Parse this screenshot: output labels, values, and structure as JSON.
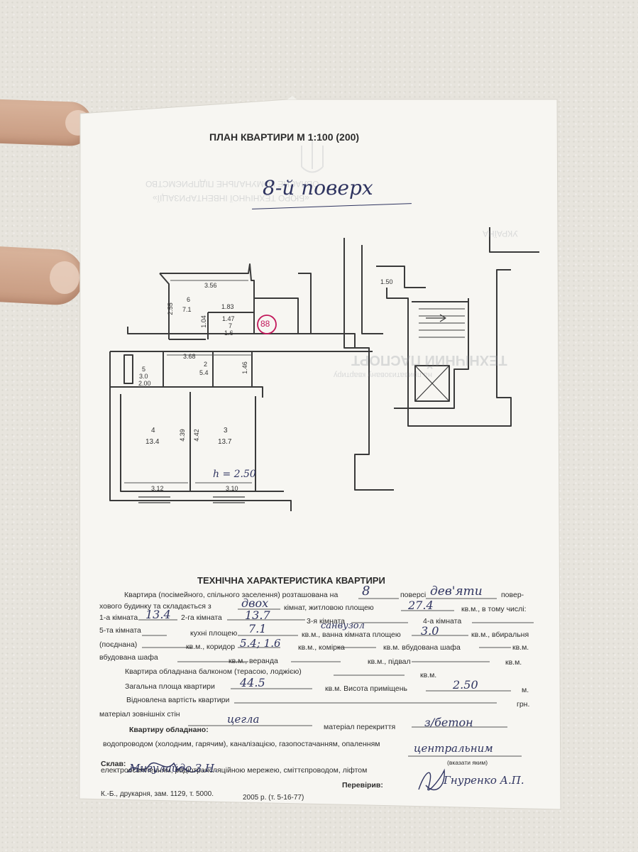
{
  "header": {
    "title": "ПЛАН КВАРТИРИ М 1:100 (200)",
    "floor_handwritten": "8-й поверх"
  },
  "ghost_text": {
    "line1": "ОБЛАСНЕ КОМУНАЛЬНЕ ПІДПРИЄМСТВО",
    "line2": "«БЮРО ТЕХНІЧНОЇ ІНВЕНТАРИЗАЦІЇ»",
    "line3": "УКРАЇНА",
    "line4": "ТЕХНІЧНИЙ ПАСПОРТ",
    "line5": "на приватизовану квартиру"
  },
  "plan": {
    "stamp_number": "88",
    "rooms": [
      {
        "no": "6",
        "area": "7.1"
      },
      {
        "no": "5",
        "area": "3.0",
        "extra": "2.00"
      },
      {
        "no": "2",
        "area": "5.4"
      },
      {
        "no": "4",
        "area": "13.4"
      },
      {
        "no": "3",
        "area": "13.7"
      },
      {
        "no": "7",
        "area": "1.6"
      }
    ],
    "dims": {
      "d356": "3.56",
      "d183": "1.83",
      "d147": "1.47",
      "d255": "2.55",
      "d104": "1.04",
      "d368": "3.68",
      "d146": "1.46",
      "d439": "4.39",
      "d442": "4.42",
      "d312": "3.12",
      "d310": "3.10",
      "d150": "1.50"
    },
    "height_note": "h = 2.50"
  },
  "spec": {
    "title": "ТЕХНІЧНА ХАРАКТЕРИСТИКА КВАРТИРИ",
    "l1a": "Квартира (посімейного, спільного заселення) розташована на",
    "l1b": "поверсі",
    "l1c": "повер-",
    "l2a": "хового будинку та складається з",
    "l2b": "кімнат, житловою площею",
    "l2c": "кв.м., в тому числі:",
    "r1": "1-а кімната",
    "r2": "2-га кімната",
    "r3": "3-я кімната",
    "r4": "4-а кімната",
    "r5": "5-та кімната",
    "kitchen": "кухні площею",
    "bath": "кв.м., ванна кімната площею",
    "closet": "кв.м., вбиральня",
    "combined": "(поєднана)",
    "corridor": "кв.м., коридор",
    "pantry": "кв.м., комірка",
    "builtin": "кв.м. вбудована шафа",
    "sqm": "кв.м.",
    "wardrobe": "вбудована шафа",
    "veranda": "кв.м., веранда",
    "basement": "кв.м., підвал",
    "balcony": "Квартира обладнана балконом (терасою, лоджією)",
    "total": "Загальна площа квартири",
    "height": "кв.м. Висота приміщень",
    "m": "м.",
    "cost": "Відновлена вартість квартири",
    "uah": "грн.",
    "walls": "матеріал зовнішніх стін",
    "ceiling": "матеріал перекриття",
    "equipped": "Квартиру обладнано:",
    "water": "водопроводом (холодним, гарячим), каналізацією, газопостачанням, опаленням",
    "specify": "(вказати яким)",
    "electric": "електроосвітленням, радіотрансляційною мережею, сміттєпроводом, ліфтом",
    "composed": "Склав:",
    "checked": "Перевірив:",
    "print_info": "К.-Б., друкарня, зам. 1129, т. 5000.",
    "print_year": "2005 р. (т. 5-16-77)"
  },
  "handwritten": {
    "floor": "8",
    "floors_total": "дев'яти",
    "rooms_count": "двох",
    "living_area": "27.4",
    "room1": "13.4",
    "room2": "13.7",
    "kitchen": "7.1",
    "bath_label": "санвузол",
    "bath": "3.0",
    "corridor": "5.4; 1.6",
    "total_area": "44.5",
    "height": "2.50",
    "walls": "цегла",
    "ceiling": "з/бетон",
    "heating": "центральним",
    "composer": "Мигулайдо З.Н.",
    "checker": "Гнуренко А.П."
  },
  "colors": {
    "ink": "#2f3460",
    "stamp": "#c2185b",
    "paper": "#f7f6f2"
  }
}
